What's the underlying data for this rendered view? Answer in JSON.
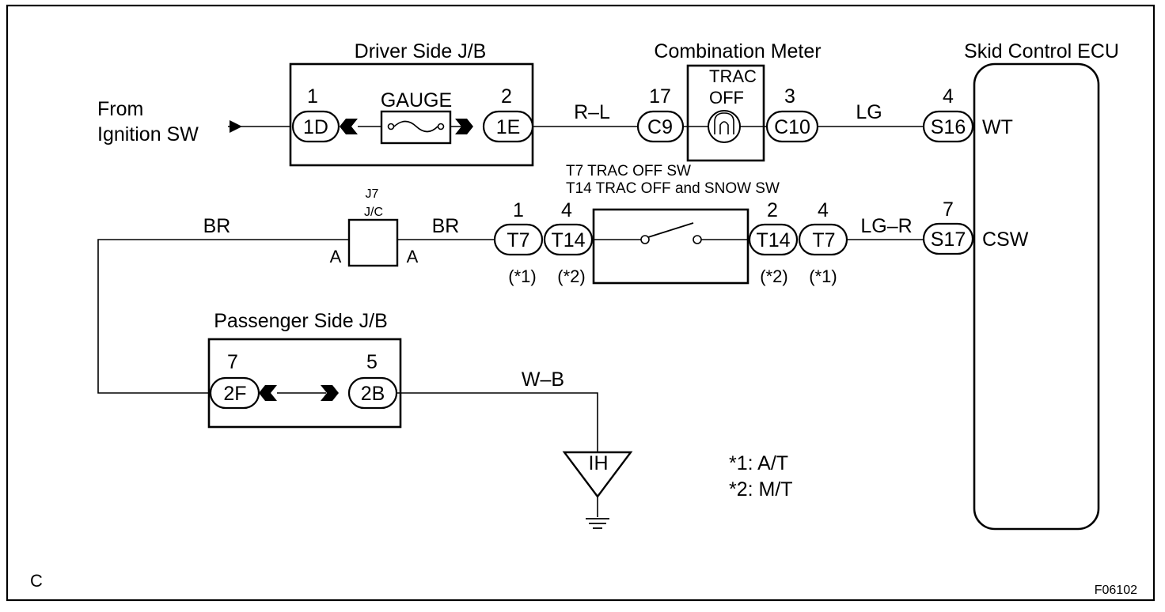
{
  "frame": {
    "corner_label": "C",
    "figure_id": "F06102"
  },
  "source": {
    "label_line1": "From",
    "label_line2": "Ignition SW"
  },
  "driver_jb": {
    "title": "Driver Side J/B",
    "fuse_label": "GAUGE",
    "left_connector": {
      "pin": "1",
      "code": "1D"
    },
    "right_connector": {
      "pin": "2",
      "code": "1E"
    }
  },
  "combination_meter": {
    "title": "Combination Meter",
    "lamp_line1": "TRAC",
    "lamp_line2": "OFF",
    "left_connector": {
      "pin": "17",
      "code": "C9"
    },
    "right_connector": {
      "pin": "3",
      "code": "C10"
    }
  },
  "skid_ecu": {
    "title": "Skid Control ECU",
    "wt": {
      "pin": "4",
      "code": "S16",
      "terminal": "WT"
    },
    "csw": {
      "pin": "7",
      "code": "S17",
      "terminal": "CSW"
    }
  },
  "wire_colors": {
    "jb_to_meter": "R–L",
    "meter_to_ecu": "LG",
    "left_vertical": "BR",
    "jc_to_switch": "BR",
    "switch_to_ecu": "LG–R",
    "to_ground": "W–B"
  },
  "junction": {
    "line1": "J7",
    "line2": "J/C",
    "pin_left": "A",
    "pin_right": "A"
  },
  "trac_switch": {
    "legend_line1": "T7 TRAC OFF SW",
    "legend_line2": "T14 TRAC OFF and SNOW SW",
    "left_t7": {
      "pin": "1",
      "code": "T7",
      "note": "(*1)"
    },
    "left_t14": {
      "pin": "4",
      "code": "T14",
      "note": "(*2)"
    },
    "right_t14": {
      "pin": "2",
      "code": "T14",
      "note": "(*2)"
    },
    "right_t7": {
      "pin": "4",
      "code": "T7",
      "note": "(*1)"
    }
  },
  "passenger_jb": {
    "title": "Passenger Side J/B",
    "left_connector": {
      "pin": "7",
      "code": "2F"
    },
    "right_connector": {
      "pin": "5",
      "code": "2B"
    }
  },
  "ground": {
    "code": "IH"
  },
  "notes": {
    "note1": "*1: A/T",
    "note2": "*2: M/T"
  }
}
